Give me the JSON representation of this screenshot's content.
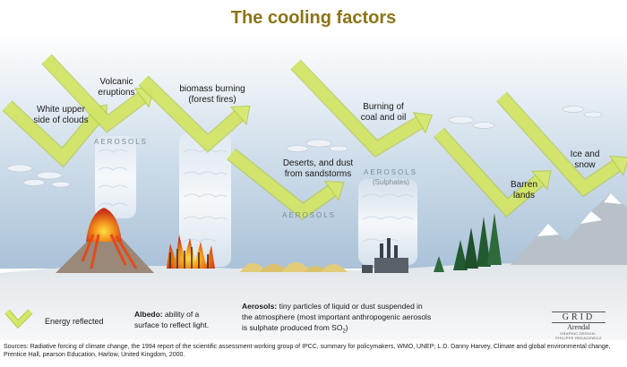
{
  "title": "The cooling factors",
  "labels": {
    "clouds": [
      "White upper",
      "side of clouds"
    ],
    "volcanic": [
      "Volcanic",
      "eruptions"
    ],
    "biomass": [
      "biomass burning",
      "(forest fires)"
    ],
    "deserts": [
      "Deserts, and dust",
      "from sandstorms"
    ],
    "coal": [
      "Burning of",
      "coal and oil"
    ],
    "barren": [
      "Barren",
      "lands"
    ],
    "ice": [
      "Ice and",
      "snow"
    ]
  },
  "aerosols": {
    "volcanic": "AEROSOLS",
    "deserts": "AEROSOLS",
    "coal": "AEROSOLS",
    "coal_sub": "(Sulphates)"
  },
  "legend": {
    "energy_reflected": "Energy reflected"
  },
  "albedo": {
    "term": "Albedo:",
    "line1": "ability of a",
    "line2": "surface to reflect light."
  },
  "aerosols_note": {
    "term": "Aerosols:",
    "line1": "tiny particles of liquid or dust suspended in",
    "line2": "the atmosphere (most important anthropogenic aerosols",
    "line3_prefix": "is sulphate produced from SO",
    "line3_sub": "2",
    "line3_suffix": ")"
  },
  "logo": {
    "name": "GRID",
    "sub": "Arendal",
    "credit": "GRAPHIC DESIGN : PHILIPPE REKACEWICZ"
  },
  "sources": "Sources:  Radiative forcing of climate change, the 1994 report of the scientific assessment working group of IPCC, summary for policymakers, WMO, UNEP; L.D. Danny Harvey, Climate and global environmental change, Prentice Hall, pearson Education, Harlow, United Kingdom, 2000.",
  "colors": {
    "title": "#8a7418",
    "arrow": "#d6e86a",
    "arrow_edge": "#b4c94a",
    "sky_top": "#ffffff",
    "sky_bottom": "#b9cde0",
    "ground": "#e9ecee"
  }
}
